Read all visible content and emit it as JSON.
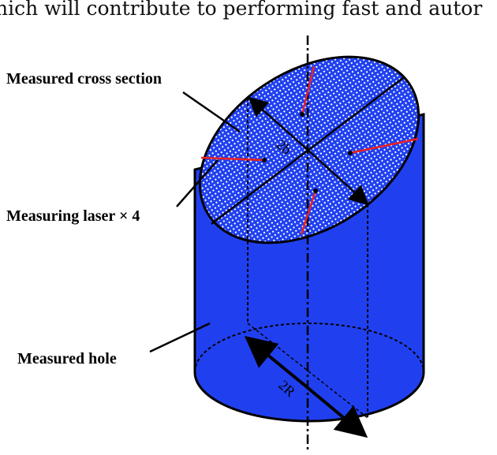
{
  "caption_fragment": "hich will contribute to performing fast and autor",
  "labels": {
    "cross_section": "Measured cross section",
    "laser": "Measuring laser × 4",
    "hole": "Measured hole",
    "minor_axis": "2b",
    "diameter": "2R"
  },
  "colors": {
    "cylinder": "#2040f0",
    "laser": "#ee2020"
  }
}
